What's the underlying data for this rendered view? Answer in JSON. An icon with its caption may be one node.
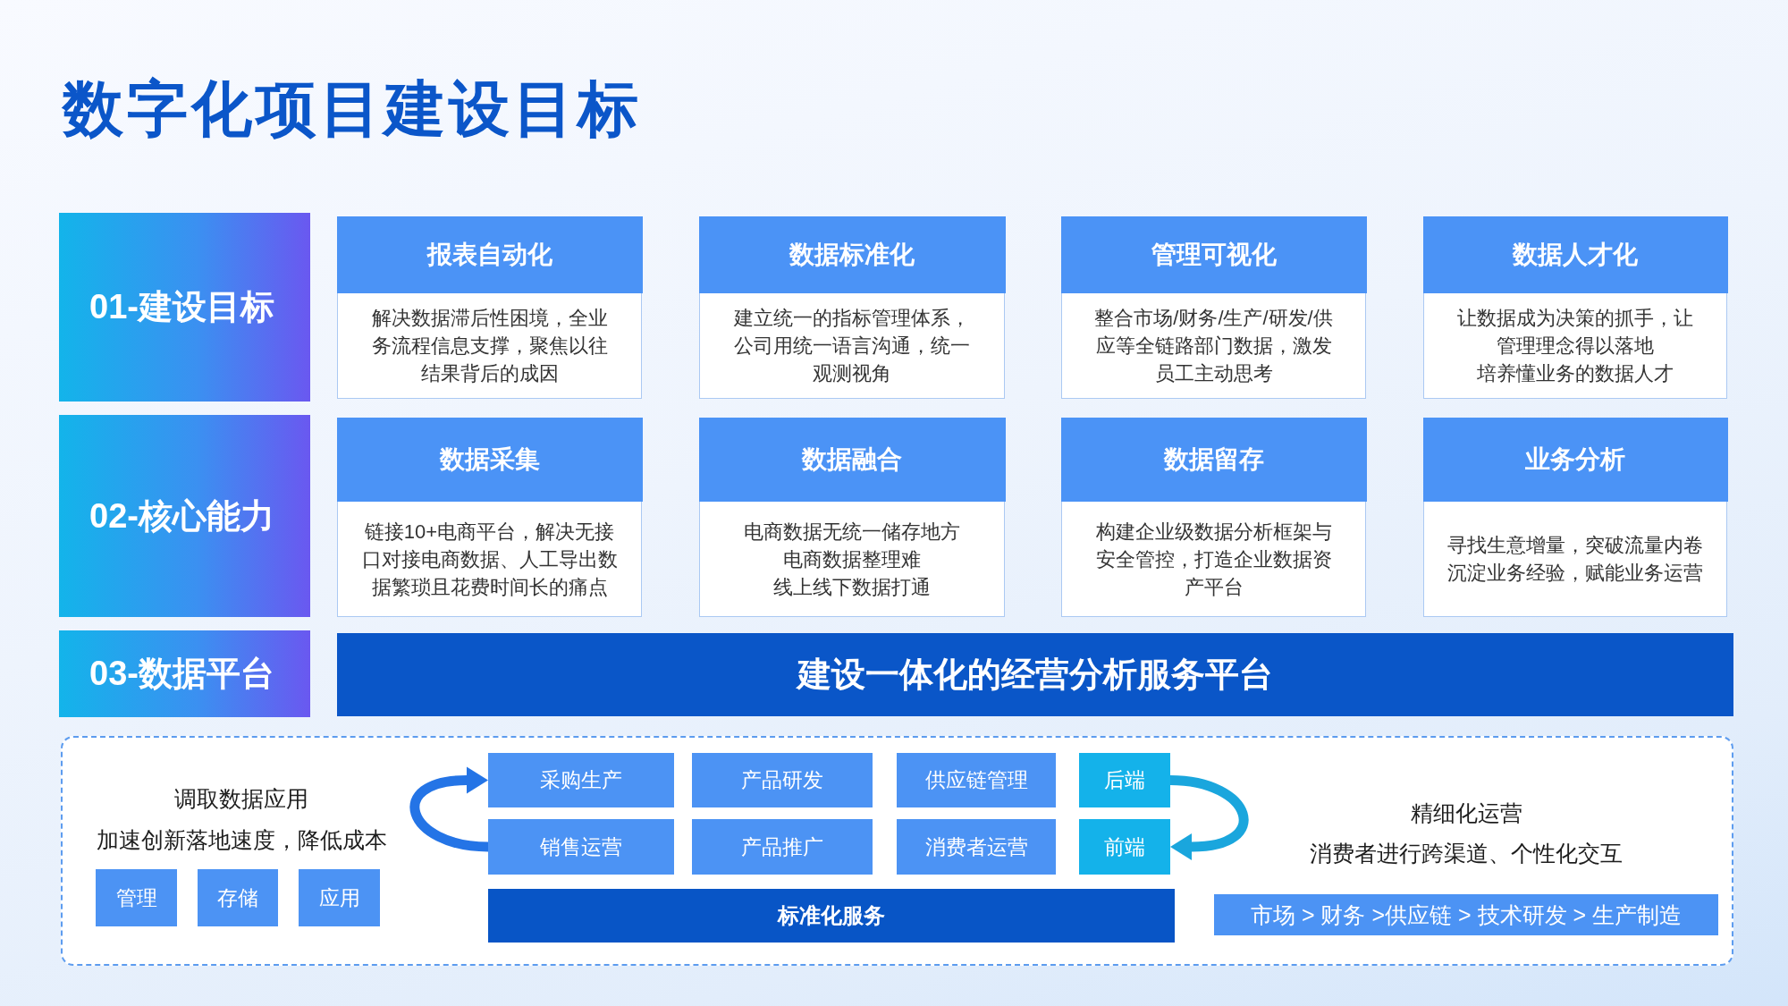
{
  "diagram": {
    "title": "数字化项目建设目标",
    "nodes": [
      {
        "text": [
          "01-建设目标"
        ]
      },
      {
        "text": [
          "报表自动化",
          "解决数据滞后性困境，全业务流程信息支撑，聚焦以往结果背后的成因"
        ]
      },
      {
        "text": [
          "数据标准化",
          "建立统一的指标管理体系，公司用统一语言沟通，统一观测视角"
        ]
      },
      {
        "text": [
          "管理可视化",
          "整合市场/财务/生产/研发/供应等全链路部门数据，激发员工主动思考"
        ]
      },
      {
        "text": [
          "数据人才化",
          "让数据成为决策的抓手，让管理理念得以落地",
          "培养懂业务的数据人才"
        ]
      },
      {
        "text": [
          "02-核心能力"
        ]
      },
      {
        "text": [
          "数据采集",
          "链接10+电商平台，解决无接口对接电商数据、人工导出数据繁琐且花费时间长的痛点"
        ]
      },
      {
        "text": [
          "数据融合",
          "电商数据无统一储存地方",
          "电商数据整理难",
          "线上线下数据打通"
        ]
      },
      {
        "text": [
          "数据留存",
          "构建企业级数据分析框架与安全管控，打造企业数据资产平台"
        ]
      },
      {
        "text": [
          "业务分析",
          "寻找生意增量，突破流量内卷",
          "沉淀业务经验，赋能业务运营"
        ]
      },
      {
        "text": [
          "03-数据平台"
        ]
      },
      {
        "text": [
          "建设一体化的经营分析服务平台"
        ]
      },
      {
        "text": [],
        "shape": "box"
      },
      {
        "text": [
          "管理"
        ],
        "in": 12
      },
      {
        "text": [
          "存储"
        ],
        "in": 12
      },
      {
        "text": [
          "应用"
        ],
        "in": 12
      },
      {
        "text": [
          "采购生产"
        ],
        "in": 12
      },
      {
        "text": [
          "产品研发"
        ],
        "in": 12
      },
      {
        "text": [
          "供应链管理"
        ],
        "in": 12
      },
      {
        "text": [
          "后端"
        ],
        "in": 12
      },
      {
        "text": [
          "销售运营"
        ],
        "in": 12
      },
      {
        "text": [
          "产品推广"
        ],
        "in": 12
      },
      {
        "text": [
          "消费者运营"
        ],
        "in": 12
      },
      {
        "text": [
          "前端"
        ],
        "in": 12
      },
      {
        "text": [
          "标准化服务"
        ],
        "in": 12
      },
      {
        "text": [
          "市场 > 财务 >供应链 > 技术研发 > 生产制造"
        ],
        "in": 12
      }
    ],
    "edges": [
      {
        "from": 20,
        "to": 16,
        "arrow": "to",
        "color": "#2474e6"
      },
      {
        "from": 19,
        "to": 23,
        "arrow": "to",
        "color": "#1aa6dd"
      }
    ],
    "labels": [
      "调取数据应用",
      "加速创新落地速度，降低成本",
      "精细化运营",
      "消费者进行跨渠道、个性化交互"
    ]
  }
}
